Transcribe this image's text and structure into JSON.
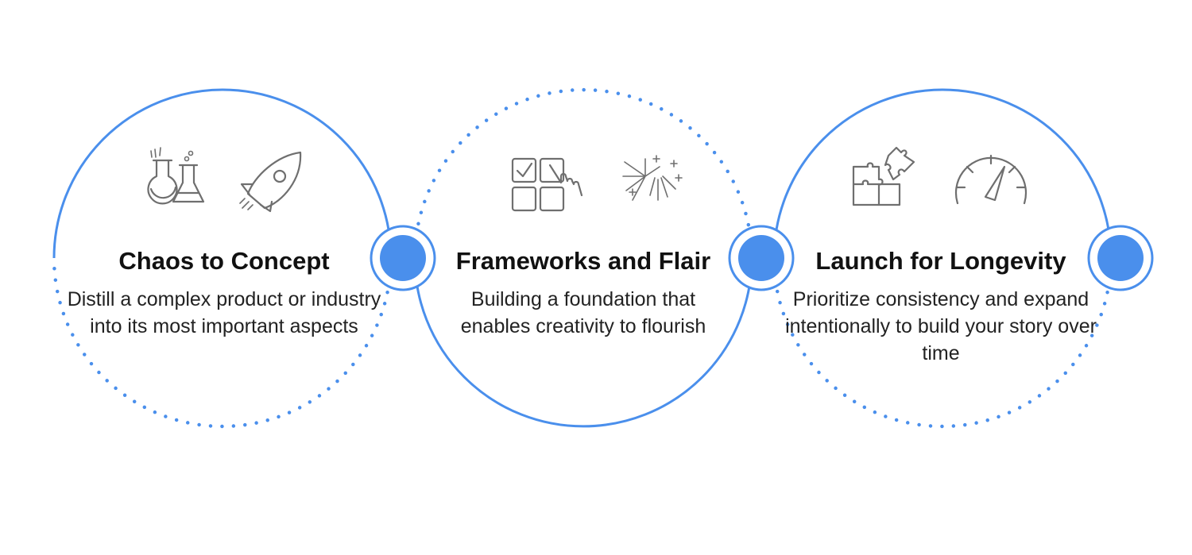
{
  "accent_color": "#4a8fec",
  "icon_color": "#6f6f6f",
  "steps": [
    {
      "title": "Chaos to Concept",
      "description": "Distill a complex product or industry into its most important aspects",
      "icons": [
        "lab-flasks-icon",
        "rocket-icon"
      ]
    },
    {
      "title": "Frameworks and Flair",
      "description": "Building a foundation that enables creativity to flourish",
      "icons": [
        "grid-tap-icon",
        "fireworks-icon"
      ]
    },
    {
      "title": "Launch for Longevity",
      "description": "Prioritize consistency and expand intentionally to build your story over time",
      "icons": [
        "puzzle-icon",
        "speedometer-icon"
      ]
    }
  ]
}
